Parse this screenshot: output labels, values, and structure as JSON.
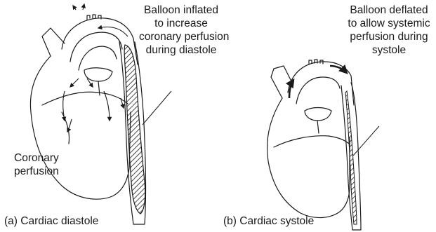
{
  "panel_a": {
    "caption": "(a) Cardiac diastole",
    "balloon_note": [
      "Balloon inflated",
      "to increase",
      "coronary perfusion",
      "during diastole"
    ],
    "coronary_note": [
      "Coronary",
      "perfusion"
    ]
  },
  "panel_b": {
    "caption": "(b) Cardiac systole",
    "balloon_note": [
      "Balloon deflated",
      "to allow systemic",
      "perfusion during",
      "systole"
    ]
  },
  "colors": {
    "ink": "#1a1a1a",
    "background": "#ffffff"
  }
}
